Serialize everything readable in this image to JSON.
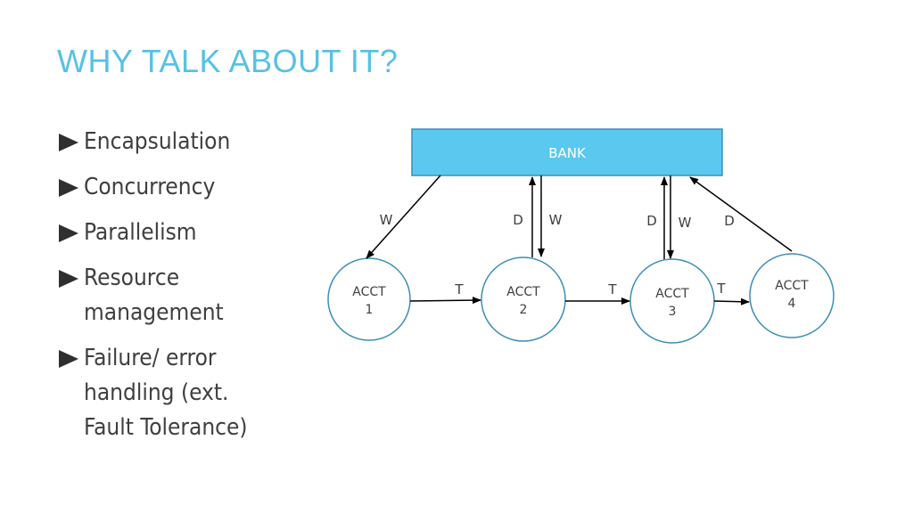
{
  "slide": {
    "title": "WHY TALK ABOUT IT?",
    "bullets": [
      "Encapsulation",
      "Concurrency",
      "Parallelism",
      "Resource management",
      "Failure/ error handling (ext. Fault Tolerance)"
    ]
  },
  "diagram": {
    "bank_label": "BANK",
    "accounts": [
      {
        "line1": "ACCT",
        "line2": "1"
      },
      {
        "line1": "ACCT",
        "line2": "2"
      },
      {
        "line1": "ACCT",
        "line2": "3"
      },
      {
        "line1": "ACCT",
        "line2": "4"
      }
    ],
    "edge_labels": {
      "w1": "W",
      "d2": "D",
      "w2": "W",
      "d3": "D",
      "w3": "W",
      "d4": "D",
      "t12": "T",
      "t23": "T",
      "t34": "T"
    }
  },
  "colors": {
    "title": "#57c1e6",
    "bank_fill": "#5bc8ef",
    "bank_stroke": "#3a8fb5",
    "bank_text": "#ffffff",
    "node_stroke": "#3a8fb5",
    "text_dark": "#3f3f3f"
  }
}
